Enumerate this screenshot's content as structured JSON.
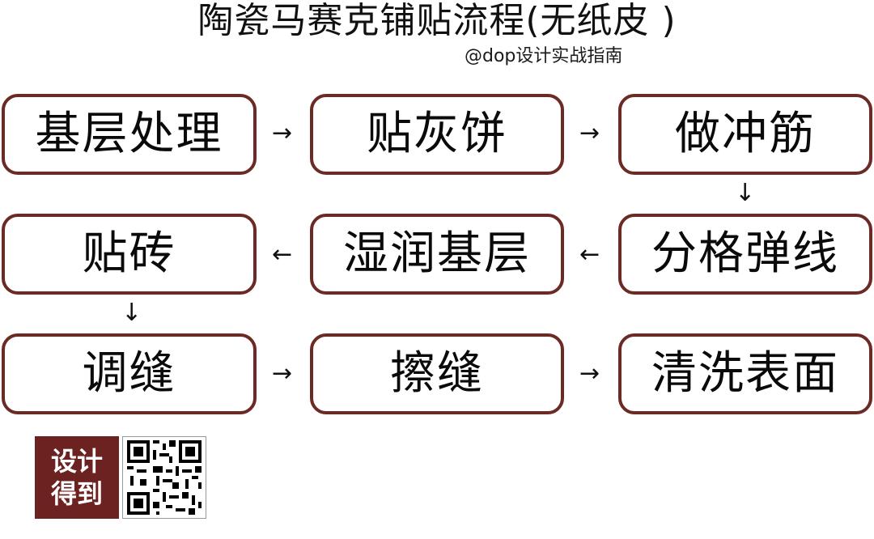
{
  "header": {
    "title": "陶瓷马赛克铺贴流程(无纸皮 )",
    "subtitle": "@dop设计实战指南"
  },
  "flow": {
    "steps": [
      {
        "id": 1,
        "label": "基层处理"
      },
      {
        "id": 2,
        "label": "贴灰饼"
      },
      {
        "id": 3,
        "label": "做冲筋"
      },
      {
        "id": 4,
        "label": "分格弹线"
      },
      {
        "id": 5,
        "label": "湿润基层"
      },
      {
        "id": 6,
        "label": "贴砖"
      },
      {
        "id": 7,
        "label": "调缝"
      },
      {
        "id": 8,
        "label": "擦缝"
      },
      {
        "id": 9,
        "label": "清洗表面"
      }
    ],
    "arrows": {
      "right": "→",
      "left": "←",
      "down": "↓"
    },
    "colors": {
      "border": "#6b2a24",
      "text": "#0a0a0a",
      "background": "#ffffff"
    }
  },
  "branding": {
    "logo_line1": "设计",
    "logo_line2": "得到",
    "logo_color": "#6b2220",
    "qr_icon": "qr-code-icon"
  }
}
